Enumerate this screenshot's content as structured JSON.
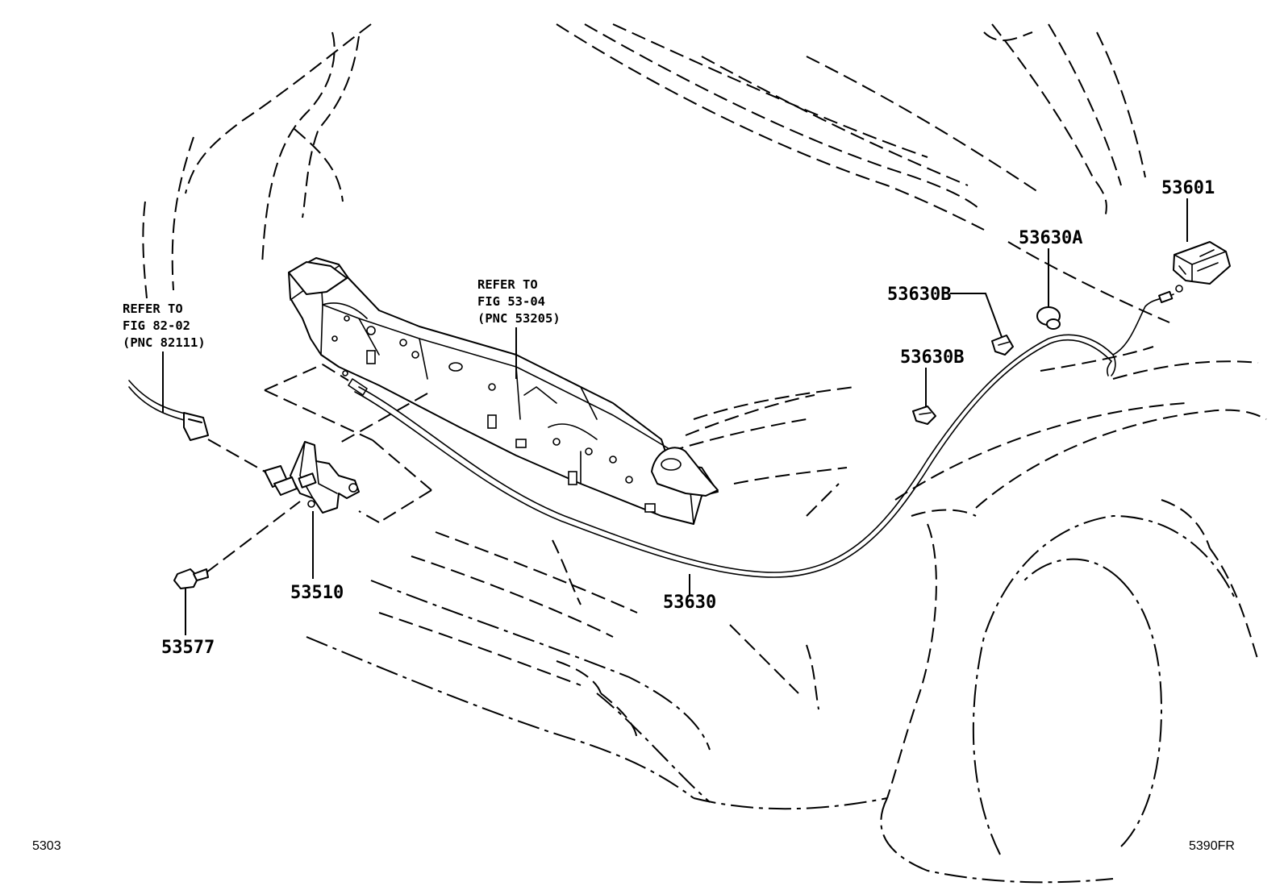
{
  "part_labels": {
    "p53601": "53601",
    "p53630a": "53630A",
    "p53630b_top": "53630B",
    "p53630b_low": "53630B",
    "p53510": "53510",
    "p53577": "53577",
    "p53630": "53630"
  },
  "references": {
    "left": {
      "line1": "REFER TO",
      "line2": "FIG 82-02",
      "line3": "(PNC 82111)"
    },
    "center": {
      "line1": "REFER TO",
      "line2": "FIG 53-04",
      "line3": "(PNC 53205)"
    }
  },
  "footer": {
    "left_code": "5303",
    "right_code": "5390FR"
  }
}
